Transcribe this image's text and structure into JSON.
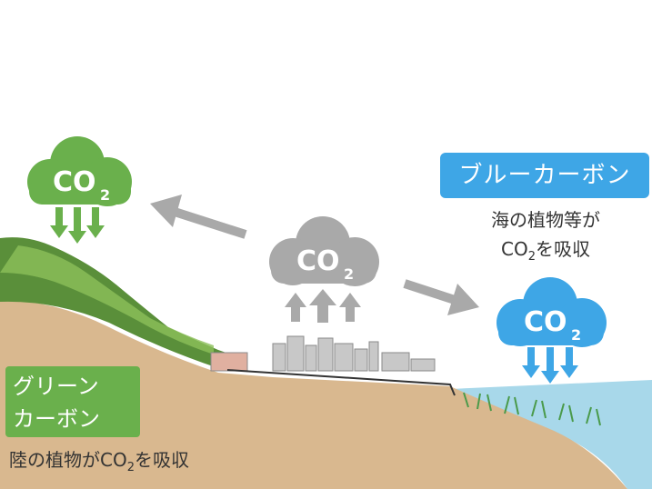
{
  "blue_carbon": {
    "title": "ブルーカーボン",
    "desc_line1": "海の植物等が",
    "desc_line2_pre": "CO",
    "desc_line2_sub": "2",
    "desc_line2_post": "を吸収",
    "color": "#3ea6e6"
  },
  "green_carbon": {
    "title_line1": "グリーン",
    "title_line2": "カーボン",
    "desc_pre": "陸の植物が",
    "desc_co": "CO",
    "desc_sub": "2",
    "desc_post": "を吸収",
    "color": "#6ab04c"
  },
  "clouds": {
    "green_co": "CO",
    "green_sub": "2",
    "center_co": "CO",
    "center_sub": "2",
    "blue_co": "CO",
    "blue_sub": "2"
  },
  "colors": {
    "gray": "#a9a9a9",
    "sand": "#d9b88f",
    "sea": "#a8d8ea"
  }
}
